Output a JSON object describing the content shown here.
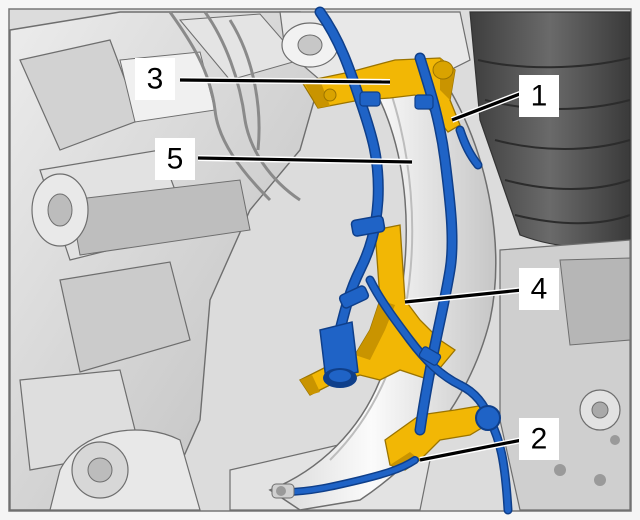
{
  "colors": {
    "background": "#f5f5f5",
    "housing_light": "#e6e6e6",
    "housing_mid": "#cfcfcf",
    "housing_dark": "#9a9a9a",
    "edge": "#6e6e6e",
    "boot": "#555555",
    "arm": "#efefef",
    "bracket": "#f2b705",
    "bracket_shade": "#c99400",
    "hose": "#1f63c6",
    "hose_dark": "#0f3f8a",
    "label_bg": "#ffffff",
    "label_text": "#000000"
  },
  "callouts": [
    {
      "id": "1",
      "text": "1"
    },
    {
      "id": "2",
      "text": "2"
    },
    {
      "id": "3",
      "text": "3"
    },
    {
      "id": "4",
      "text": "4"
    },
    {
      "id": "5",
      "text": "5"
    }
  ]
}
